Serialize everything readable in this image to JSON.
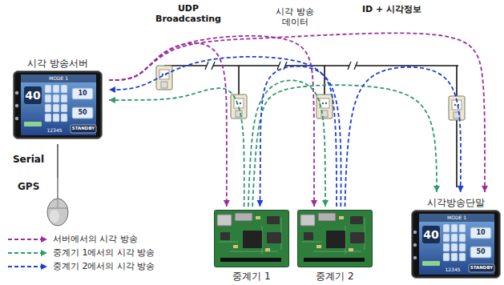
{
  "diagram": {
    "nodes": [
      {
        "text": [
          "시각 방송서버"
        ]
      },
      {
        "text": [
          "GPS"
        ]
      },
      {
        "text": [
          "중계기 1"
        ]
      },
      {
        "text": [
          "중계기 2"
        ]
      },
      {
        "text": [
          "시각방송단말"
        ]
      }
    ],
    "edges": [
      {
        "from": 0,
        "to": 1,
        "arrow": "none",
        "label": "Serial"
      },
      {
        "from": 0,
        "to": 2,
        "arrow": "to"
      },
      {
        "from": 0,
        "to": 3,
        "arrow": "to"
      },
      {
        "from": 0,
        "to": 4,
        "arrow": "to"
      },
      {
        "from": 2,
        "to": 0,
        "arrow": "to"
      },
      {
        "from": 2,
        "to": 3,
        "arrow": "to"
      },
      {
        "from": 2,
        "to": 4,
        "arrow": "to"
      },
      {
        "from": 3,
        "to": 0,
        "arrow": "to"
      },
      {
        "from": 3,
        "to": 2,
        "arrow": "to"
      },
      {
        "from": 3,
        "to": 4,
        "arrow": "to"
      }
    ],
    "labels": [
      "UDP Broadcasting",
      "시각 방송 데이터",
      "ID + 시각정보",
      "MODE 1",
      "40",
      "10",
      "50",
      "12345",
      "STANDBY",
      "MODE 1",
      "40",
      "10",
      "50",
      "12345",
      "STANDBY"
    ],
    "legend": [
      {
        "text": "서버에서의 시각 방송"
      },
      {
        "text": "중계기 1에서의 시각 방송"
      },
      {
        "text": "중계기 2에서의 시각 방송"
      }
    ]
  }
}
